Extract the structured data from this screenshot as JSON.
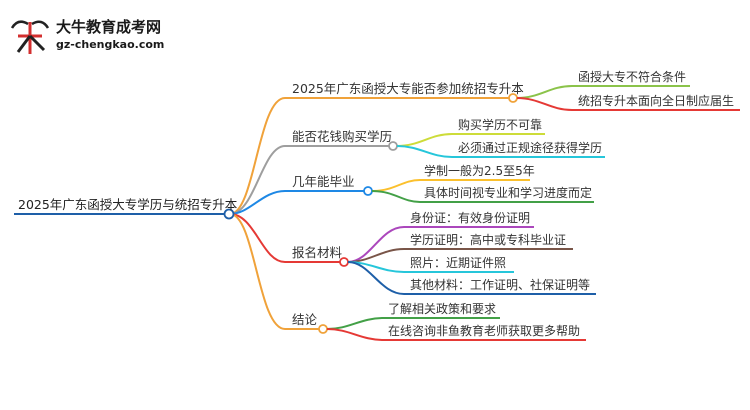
{
  "logo": {
    "title": "大牛教育成考网",
    "url": "gz-chengkao.com",
    "mark_text": "大牛"
  },
  "mindmap": {
    "root": "2025年广东函授大专学历与统招专升本",
    "branches": [
      {
        "label": "2025年广东函授大专能否参加统招专升本",
        "color": "#f0a23a",
        "children": [
          {
            "label": "函授大专不符合条件",
            "color": "#8bc34a"
          },
          {
            "label": "统招专升本面向全日制应届生",
            "color": "#e53935"
          }
        ]
      },
      {
        "label": "能否花钱购买学历",
        "color": "#9e9e9e",
        "children": [
          {
            "label": "购买学历不可靠",
            "color": "#cddc39"
          },
          {
            "label": "必须通过正规途径获得学历",
            "color": "#26c6da"
          }
        ]
      },
      {
        "label": "几年能毕业",
        "color": "#1e88e5",
        "children": [
          {
            "label": "学制一般为2.5至5年",
            "color": "#fbc02d"
          },
          {
            "label": "具体时间视专业和学习进度而定",
            "color": "#43a047"
          }
        ]
      },
      {
        "label": "报名材料",
        "color": "#e53935",
        "children": [
          {
            "label": "身份证：有效身份证明",
            "color": "#ab47bc"
          },
          {
            "label": "学历证明：高中或专科毕业证",
            "color": "#795548"
          },
          {
            "label": "照片：近期证件照",
            "color": "#26c6da"
          },
          {
            "label": "其他材料：工作证明、社保证明等",
            "color": "#1e5fa8"
          }
        ]
      },
      {
        "label": "结论",
        "color": "#f0a23a",
        "children": [
          {
            "label": "了解相关政策和要求",
            "color": "#43a047"
          },
          {
            "label": "在线咨询非鱼教育老师获取更多帮助",
            "color": "#e53935"
          }
        ]
      }
    ]
  }
}
